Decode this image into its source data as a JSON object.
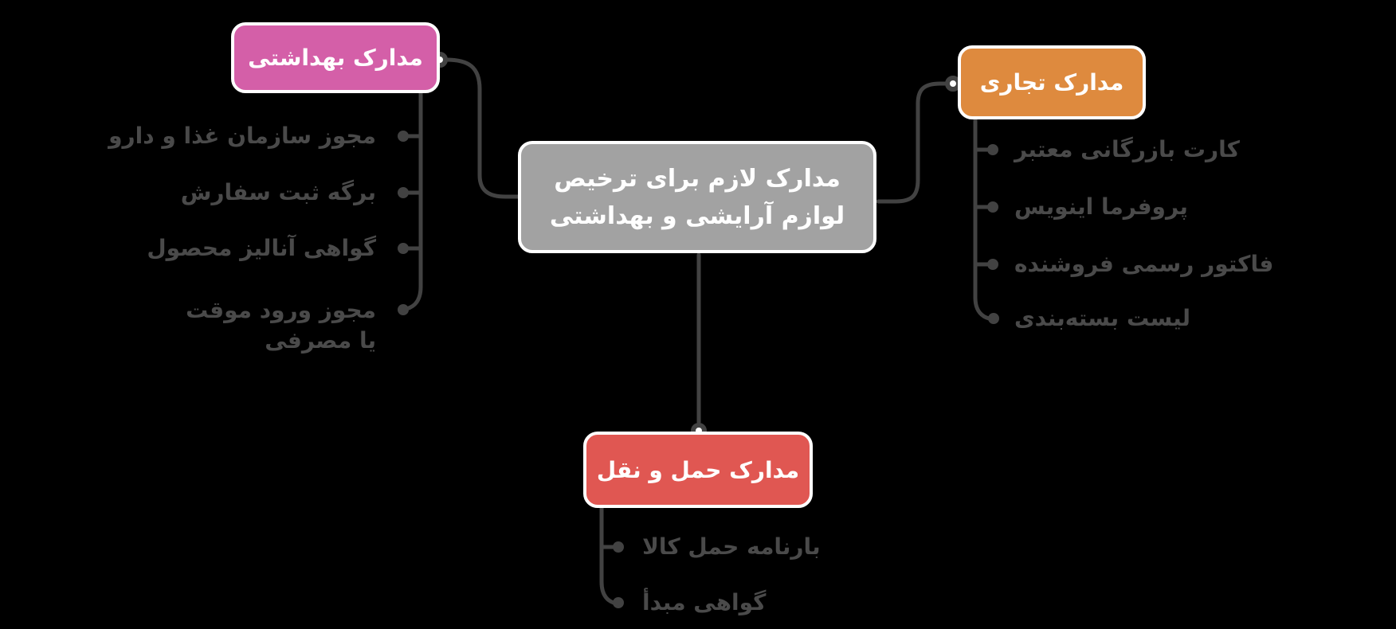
{
  "diagram": {
    "type": "mindmap",
    "background_color": "#000000",
    "line_color": "#424242",
    "item_text_color": "#4a4a4a",
    "root": {
      "label": "مدارک لازم برای ترخیص لوازم آرایشی و بهداشتی",
      "line1": "مدارک لازم برای ترخیص",
      "line2": "لوازم آرایشی و بهداشتی",
      "color": "#a2a2a2"
    },
    "branches": [
      {
        "id": "health",
        "label": "مدارک بهداشتی",
        "color": "#d45fa8",
        "items": [
          "مجوز سازمان غذا و دارو",
          "برگه ثبت سفارش",
          "گواهی آنالیز محصول",
          "مجوز ورود موقت یا مصرفی"
        ]
      },
      {
        "id": "commercial",
        "label": "مدارک تجاری",
        "color": "#de8a3e",
        "items": [
          "کارت بازرگانی معتبر",
          "پروفرما اینویس",
          "فاکتور رسمی فروشنده",
          "لیست بسته‌بندی"
        ]
      },
      {
        "id": "transport",
        "label": "مدارک حمل و نقل",
        "color": "#e05752",
        "items": [
          "بارنامه حمل کالا",
          "گواهی مبدأ"
        ]
      }
    ]
  }
}
